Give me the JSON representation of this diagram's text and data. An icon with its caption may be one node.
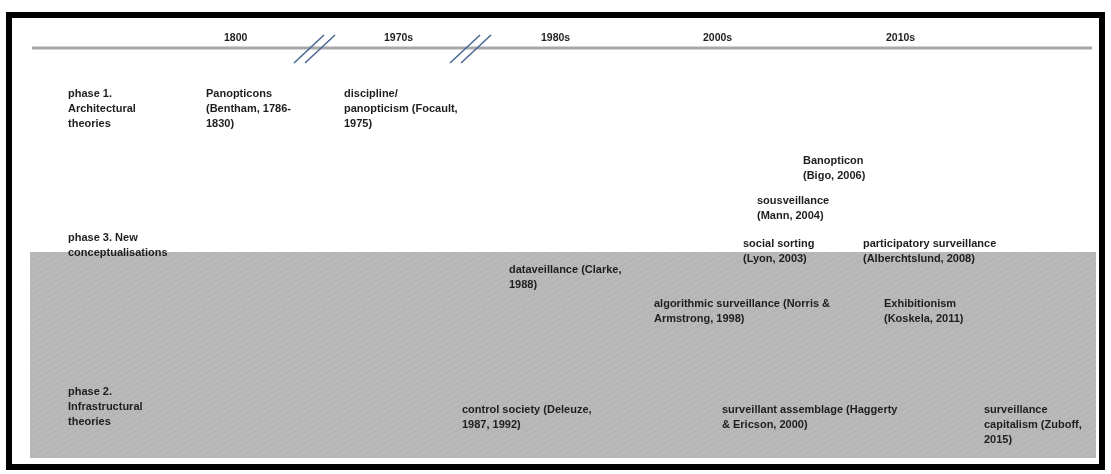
{
  "diagram": {
    "labels": [
      "1800",
      "1970s",
      "1980s",
      "2000s",
      "2010s",
      "phase 1. Architectural theories",
      "Panopticons (Bentham, 1786-1830)",
      "discipline/ panopticism (Focault, 1975)",
      "Banopticon (Bigo, 2006)",
      "sousveillance (Mann, 2004)",
      "phase 3. New conceptualisations",
      "social sorting (Lyon, 2003)",
      "participatory surveillance (Alberchtslund, 2008)",
      "dataveillance (Clarke, 1988)",
      "algorithmic surveillance (Norris & Armstrong, 1998)",
      "Exhibitionism (Koskela, 2011)",
      "phase 2. Infrastructural theories",
      "control society (Deleuze, 1987, 1992)",
      "surveillant assemblage (Haggerty & Ericson, 2000)",
      "surveillance capitalism (Zuboff, 2015)"
    ]
  }
}
